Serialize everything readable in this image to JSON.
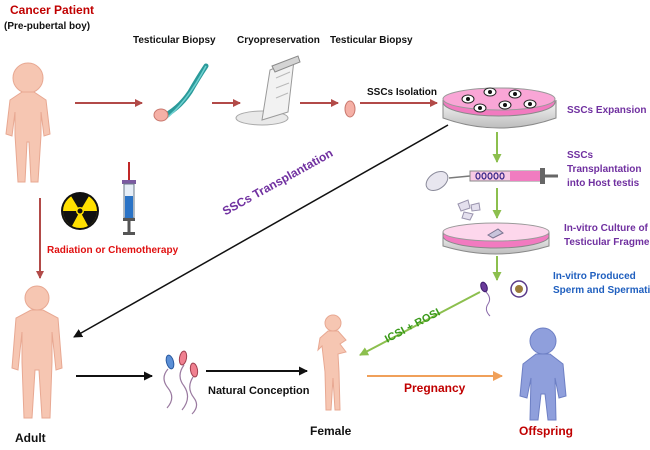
{
  "patient": {
    "title": "Cancer Patient",
    "subtitle": "(Pre-pubertal boy)"
  },
  "steps": {
    "biopsy1": "Testicular Biopsy",
    "cryo": "Cryopreservation",
    "biopsy2": "Testicular Biopsy",
    "isolation": "SSCs Isolation",
    "expansion": "SSCs Expansion",
    "transplant_host": [
      "SSCs",
      "Transplantation",
      "into Host testis"
    ],
    "culture": [
      "In-vitro Culture of",
      "Testicular Fragment"
    ],
    "invitro_sperm": [
      "In-vitro Produced",
      "Sperm and Spermatid"
    ],
    "treatment": "Radiation or Chemotherapy",
    "ssc_transplant": "SSCs Transplantation",
    "icsi": "ICSI + ROSI",
    "natural": "Natural Conception",
    "pregnancy": "Pregnancy"
  },
  "people": {
    "adult": "Adult",
    "female": "Female",
    "offspring": "Offspring"
  },
  "colors": {
    "patient_title": "#c00000",
    "treatment": "#e01010",
    "purple_text": "#7030a0",
    "blue_text": "#1f5fbf",
    "green_text": "#3a9a1a",
    "pregnancy_text": "#c00000",
    "offspring_text": "#c00000",
    "skin": "#f6c6b2",
    "offspring_fill": "#8f9fdc",
    "red_arrow": "#b24a48",
    "green_arrow": "#8cbf4e",
    "orange_arrow": "#f0a05a",
    "black_arrow": "#111111"
  },
  "icons": [
    "human-figure-icon",
    "biopsy-needle-icon",
    "cryovial-icon",
    "tissue-sample-icon",
    "petri-dish-icon",
    "syringe-icon",
    "radiation-hazard-icon",
    "sperm-icon",
    "spermatid-icon"
  ]
}
